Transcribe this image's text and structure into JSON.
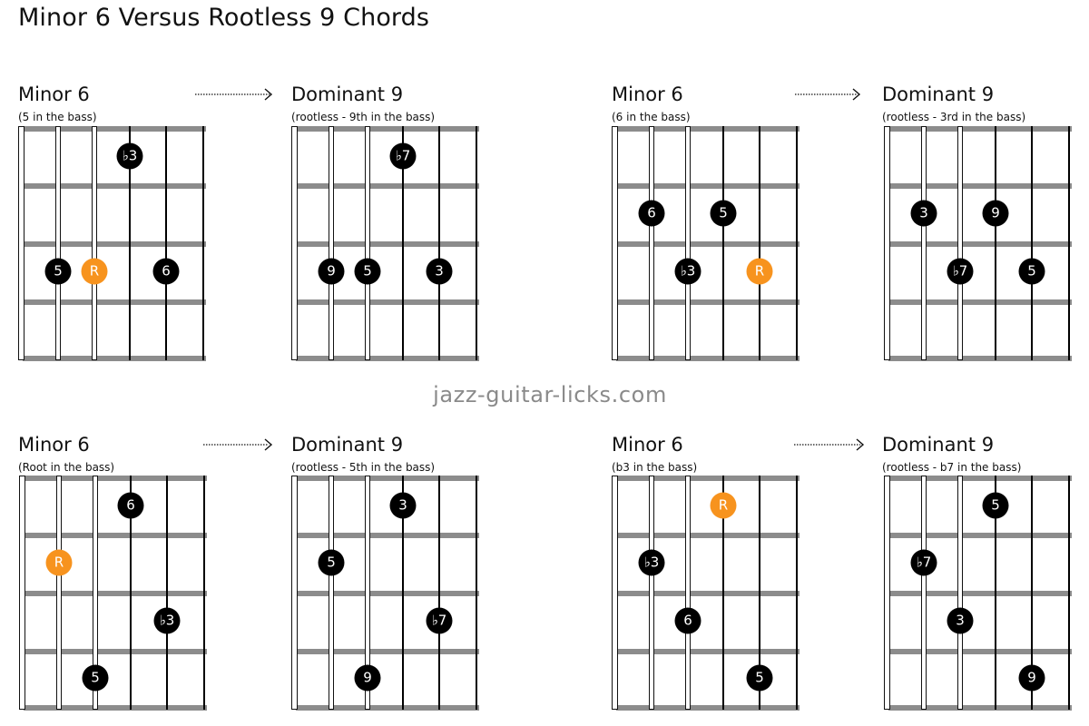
{
  "page": {
    "title": "Minor 6 Versus Rootless 9 Chords",
    "watermark": "jazz-guitar-licks.com"
  },
  "colors": {
    "root_note": "#f7931e",
    "note": "#000000",
    "fret": "#8c8c8c",
    "watermark": "#8a8a8a"
  },
  "pairs": [
    {
      "minor": {
        "title": "Minor 6",
        "subtitle": "(5 in the bass)",
        "notes": [
          {
            "label": "♭3",
            "string": 3,
            "fret": 1,
            "root": false
          },
          {
            "label": "5",
            "string": 1,
            "fret": 3,
            "root": false
          },
          {
            "label": "R",
            "string": 2,
            "fret": 3,
            "root": true
          },
          {
            "label": "6",
            "string": 4,
            "fret": 3,
            "root": false
          }
        ]
      },
      "dominant": {
        "title": "Dominant 9",
        "subtitle": "(rootless - 9th in the bass)",
        "notes": [
          {
            "label": "♭7",
            "string": 3,
            "fret": 1,
            "root": false
          },
          {
            "label": "9",
            "string": 1,
            "fret": 3,
            "root": false
          },
          {
            "label": "5",
            "string": 2,
            "fret": 3,
            "root": false
          },
          {
            "label": "3",
            "string": 4,
            "fret": 3,
            "root": false
          }
        ]
      }
    },
    {
      "minor": {
        "title": "Minor 6",
        "subtitle": "(6 in the bass)",
        "notes": [
          {
            "label": "6",
            "string": 1,
            "fret": 2,
            "root": false
          },
          {
            "label": "5",
            "string": 3,
            "fret": 2,
            "root": false
          },
          {
            "label": "♭3",
            "string": 2,
            "fret": 3,
            "root": false
          },
          {
            "label": "R",
            "string": 4,
            "fret": 3,
            "root": true
          }
        ]
      },
      "dominant": {
        "title": "Dominant 9",
        "subtitle": "(rootless - 3rd in the bass)",
        "notes": [
          {
            "label": "3",
            "string": 1,
            "fret": 2,
            "root": false
          },
          {
            "label": "9",
            "string": 3,
            "fret": 2,
            "root": false
          },
          {
            "label": "♭7",
            "string": 2,
            "fret": 3,
            "root": false
          },
          {
            "label": "5",
            "string": 4,
            "fret": 3,
            "root": false
          }
        ]
      }
    },
    {
      "minor": {
        "title": "Minor 6",
        "subtitle": "(Root in the bass)",
        "notes": [
          {
            "label": "6",
            "string": 3,
            "fret": 1,
            "root": false
          },
          {
            "label": "R",
            "string": 1,
            "fret": 2,
            "root": true
          },
          {
            "label": "♭3",
            "string": 4,
            "fret": 3,
            "root": false
          },
          {
            "label": "5",
            "string": 2,
            "fret": 4,
            "root": false
          }
        ]
      },
      "dominant": {
        "title": "Dominant 9",
        "subtitle": "(rootless - 5th in the bass)",
        "notes": [
          {
            "label": "3",
            "string": 3,
            "fret": 1,
            "root": false
          },
          {
            "label": "5",
            "string": 1,
            "fret": 2,
            "root": false
          },
          {
            "label": "♭7",
            "string": 4,
            "fret": 3,
            "root": false
          },
          {
            "label": "9",
            "string": 2,
            "fret": 4,
            "root": false
          }
        ]
      }
    },
    {
      "minor": {
        "title": "Minor 6",
        "subtitle": "(b3 in the bass)",
        "notes": [
          {
            "label": "R",
            "string": 3,
            "fret": 1,
            "root": true
          },
          {
            "label": "♭3",
            "string": 1,
            "fret": 2,
            "root": false
          },
          {
            "label": "6",
            "string": 2,
            "fret": 3,
            "root": false
          },
          {
            "label": "5",
            "string": 4,
            "fret": 4,
            "root": false
          }
        ]
      },
      "dominant": {
        "title": "Dominant 9",
        "subtitle": "(rootless - b7 in the bass)",
        "notes": [
          {
            "label": "5",
            "string": 3,
            "fret": 1,
            "root": false
          },
          {
            "label": "♭7",
            "string": 1,
            "fret": 2,
            "root": false
          },
          {
            "label": "3",
            "string": 2,
            "fret": 3,
            "root": false
          },
          {
            "label": "9",
            "string": 4,
            "fret": 4,
            "root": false
          }
        ]
      }
    }
  ]
}
